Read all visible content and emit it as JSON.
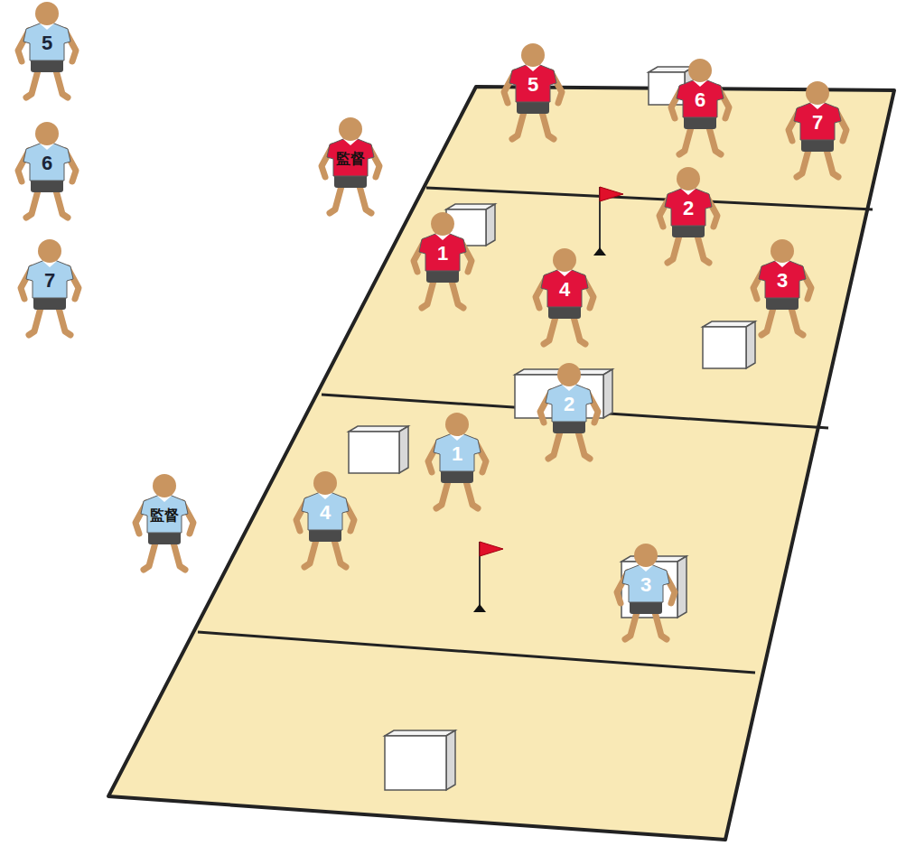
{
  "diagram": {
    "labels": [
      "5",
      "5",
      "6",
      "7",
      "6",
      "監督",
      "2",
      "1",
      "4",
      "3",
      "7",
      "2",
      "1",
      "4",
      "監督",
      "3"
    ]
  }
}
